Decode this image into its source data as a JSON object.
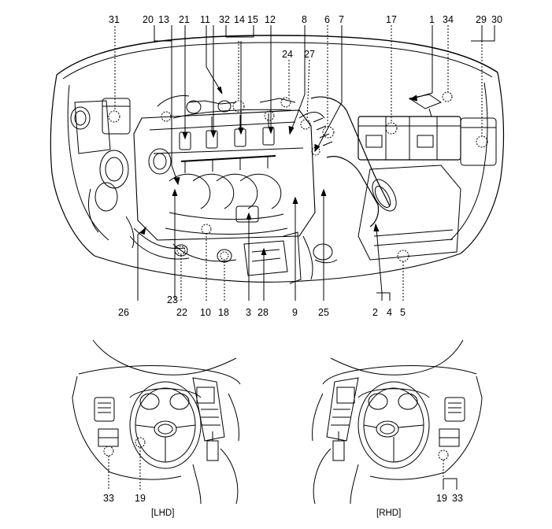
{
  "engine_labels": {
    "n31": "31",
    "n20": "20",
    "n13": "13",
    "n21": "21",
    "n11": "11",
    "n32": "32",
    "n14": "14",
    "n15": "15",
    "n12": "12",
    "n8": "8",
    "n6": "6",
    "n7": "7",
    "n17": "17",
    "n1": "1",
    "n34": "34",
    "n29": "29",
    "n30": "30",
    "n24": "24",
    "n27": "27",
    "n26": "26",
    "n23": "23",
    "n22": "22",
    "n10": "10",
    "n18": "18",
    "n3": "3",
    "n28": "28",
    "n9": "9",
    "n25": "25",
    "n2": "2",
    "n4": "4",
    "n5": "5"
  },
  "lhd": {
    "label_33": "33",
    "label_19": "19",
    "caption": "[LHD]"
  },
  "rhd": {
    "label_19": "19",
    "label_33": "33",
    "caption": "[RHD]"
  }
}
